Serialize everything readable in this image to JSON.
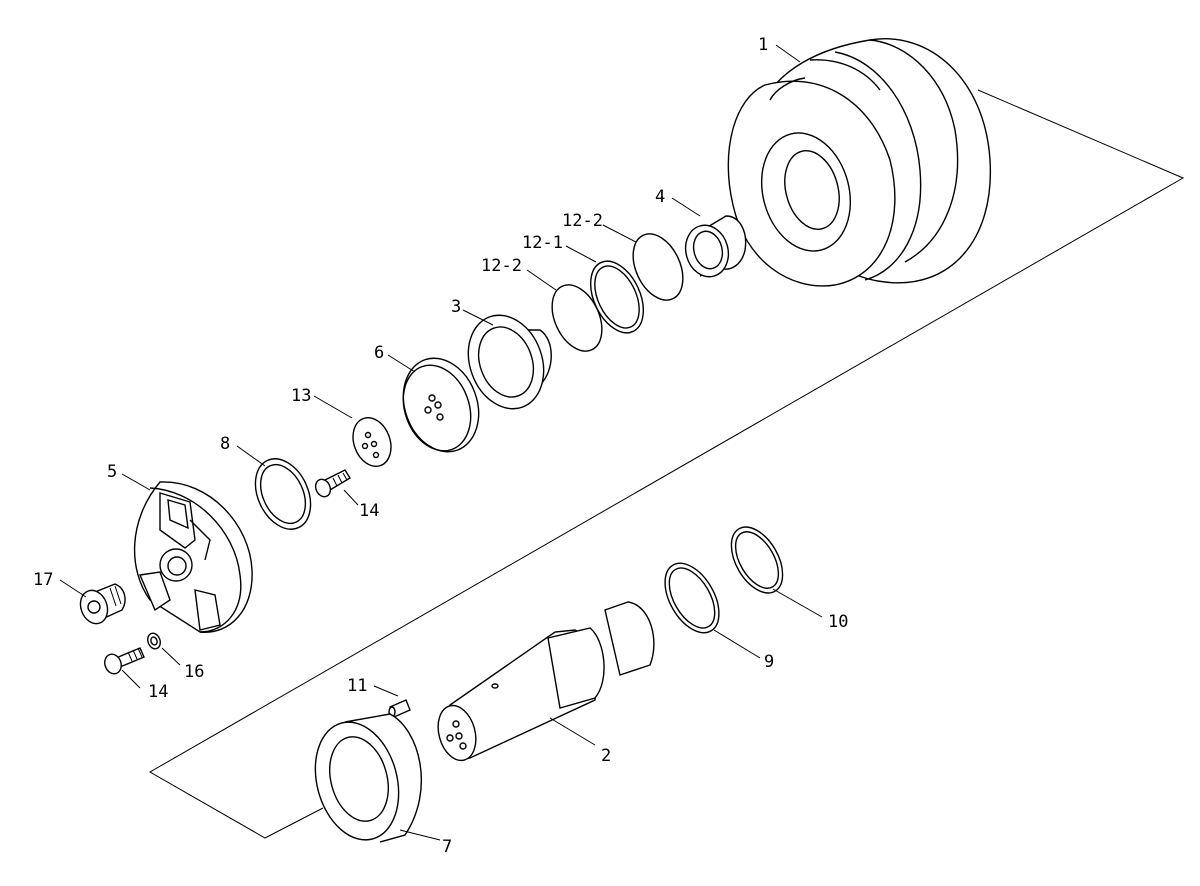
{
  "diagram": {
    "type": "exploded-parts-view",
    "line_color": "#000000",
    "background": "#ffffff",
    "callouts": [
      {
        "id": "c1",
        "label": "1"
      },
      {
        "id": "c2",
        "label": "2"
      },
      {
        "id": "c3",
        "label": "3"
      },
      {
        "id": "c4",
        "label": "4"
      },
      {
        "id": "c5",
        "label": "5"
      },
      {
        "id": "c6",
        "label": "6"
      },
      {
        "id": "c7",
        "label": "7"
      },
      {
        "id": "c8",
        "label": "8"
      },
      {
        "id": "c9",
        "label": "9"
      },
      {
        "id": "c10",
        "label": "10"
      },
      {
        "id": "c11",
        "label": "11"
      },
      {
        "id": "c12_1",
        "label": "12-1"
      },
      {
        "id": "c12_2a",
        "label": "12-2"
      },
      {
        "id": "c12_2b",
        "label": "12-2"
      },
      {
        "id": "c13",
        "label": "13"
      },
      {
        "id": "c14a",
        "label": "14"
      },
      {
        "id": "c14b",
        "label": "14"
      },
      {
        "id": "c16",
        "label": "16"
      },
      {
        "id": "c17",
        "label": "17"
      }
    ]
  }
}
